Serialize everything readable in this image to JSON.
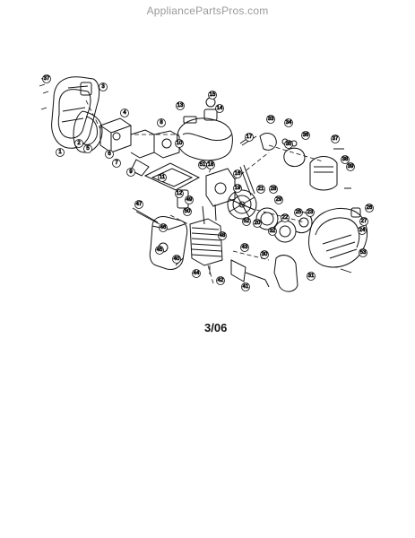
{
  "watermark": "AppliancePartsPros.com",
  "date_code": "3/06",
  "callouts": [
    "37",
    "3",
    "2",
    "1",
    "5",
    "4",
    "6",
    "7",
    "8",
    "9",
    "10",
    "11",
    "12",
    "13",
    "14",
    "15",
    "16",
    "17",
    "18",
    "19",
    "20",
    "21",
    "22",
    "23",
    "24",
    "25",
    "26",
    "27",
    "28",
    "29",
    "30",
    "31",
    "32",
    "33",
    "34",
    "35",
    "36",
    "37",
    "38",
    "39",
    "40",
    "41",
    "42",
    "43",
    "44",
    "45",
    "46",
    "47",
    "48",
    "49",
    "50",
    "51",
    "52",
    "53"
  ]
}
